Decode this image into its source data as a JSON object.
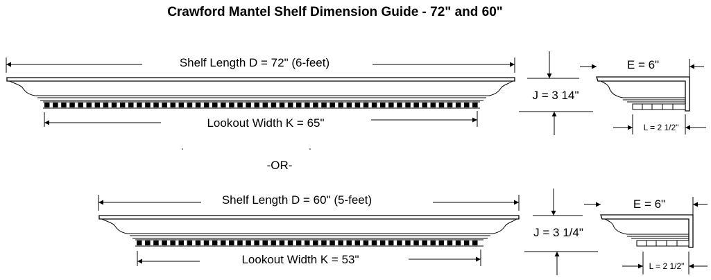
{
  "title": "Crawford Mantel Shelf Dimension Guide - 72\" and 60\"",
  "separator": "-OR-",
  "shelves": [
    {
      "id": "72",
      "shelf_length": "Shelf Length D = 72\" (6-feet)",
      "lookout_width": "Lookout Width K = 65\"",
      "height_j": "J = 3 14\"",
      "depth_e": "E = 6\"",
      "ledge_l": "L = 2 1/2\""
    },
    {
      "id": "60",
      "shelf_length": "Shelf Length D = 60\" (5-feet)",
      "lookout_width": "Lookout Width K = 53\"",
      "height_j": "J = 3 1/4\"",
      "depth_e": "E = 6\"",
      "ledge_l": "L = 2 1/2\""
    }
  ]
}
